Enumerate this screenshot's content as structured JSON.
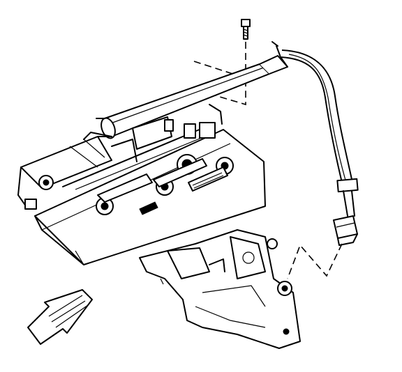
{
  "figure": {
    "description_text": "",
    "parts": [
      {
        "id": "bolt",
        "icon": "bolt-icon"
      },
      {
        "id": "coolant-pipe",
        "icon": "pipe-icon"
      },
      {
        "id": "hose",
        "icon": "hose-icon"
      },
      {
        "id": "fitting",
        "icon": "fitting-icon"
      },
      {
        "id": "engine",
        "icon": "engine-icon"
      },
      {
        "id": "front-arrow",
        "icon": "arrow-icon"
      }
    ],
    "colors": {
      "line": "#000000",
      "background": "#ffffff"
    }
  }
}
